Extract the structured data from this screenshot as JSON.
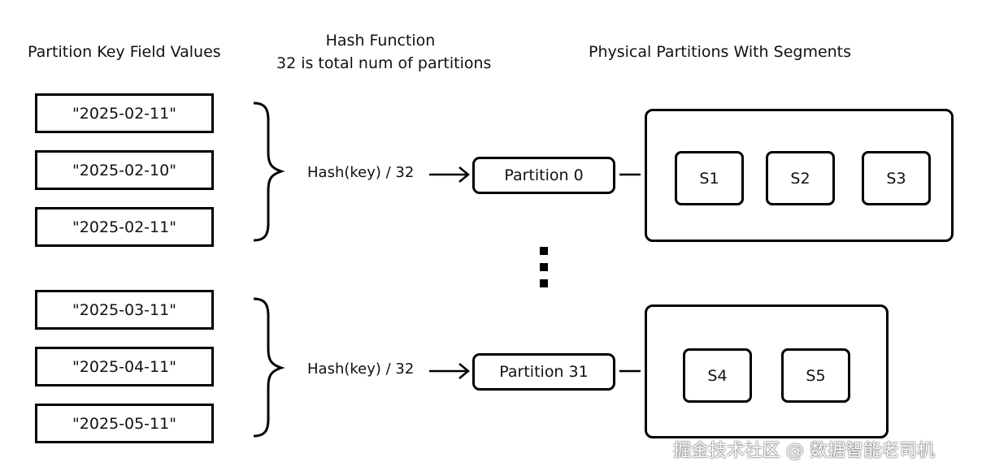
{
  "headings": {
    "keys": "Partition Key Field Values",
    "hash_line1": "Hash Function",
    "hash_line2": "32 is total num of partitions",
    "physical": "Physical Partitions With Segments"
  },
  "key_values": {
    "group1": [
      "\"2025-02-11\"",
      "\"2025-02-10\"",
      "\"2025-02-11\""
    ],
    "group2": [
      "\"2025-03-11\"",
      "\"2025-04-11\"",
      "\"2025-05-11\""
    ]
  },
  "hash": {
    "label_top": "Hash(key) / 32",
    "label_bottom": "Hash(key) / 32"
  },
  "partitions": {
    "top": "Partition 0",
    "bottom": "Partition 31"
  },
  "segments": {
    "top": [
      "S1",
      "S2",
      "S3"
    ],
    "bottom": [
      "S4",
      "S5"
    ]
  },
  "watermark": "掘金技术社区 @ 数据智能老司机",
  "colors": {
    "stroke": "#000000",
    "text": "#111111",
    "background": "#ffffff"
  }
}
